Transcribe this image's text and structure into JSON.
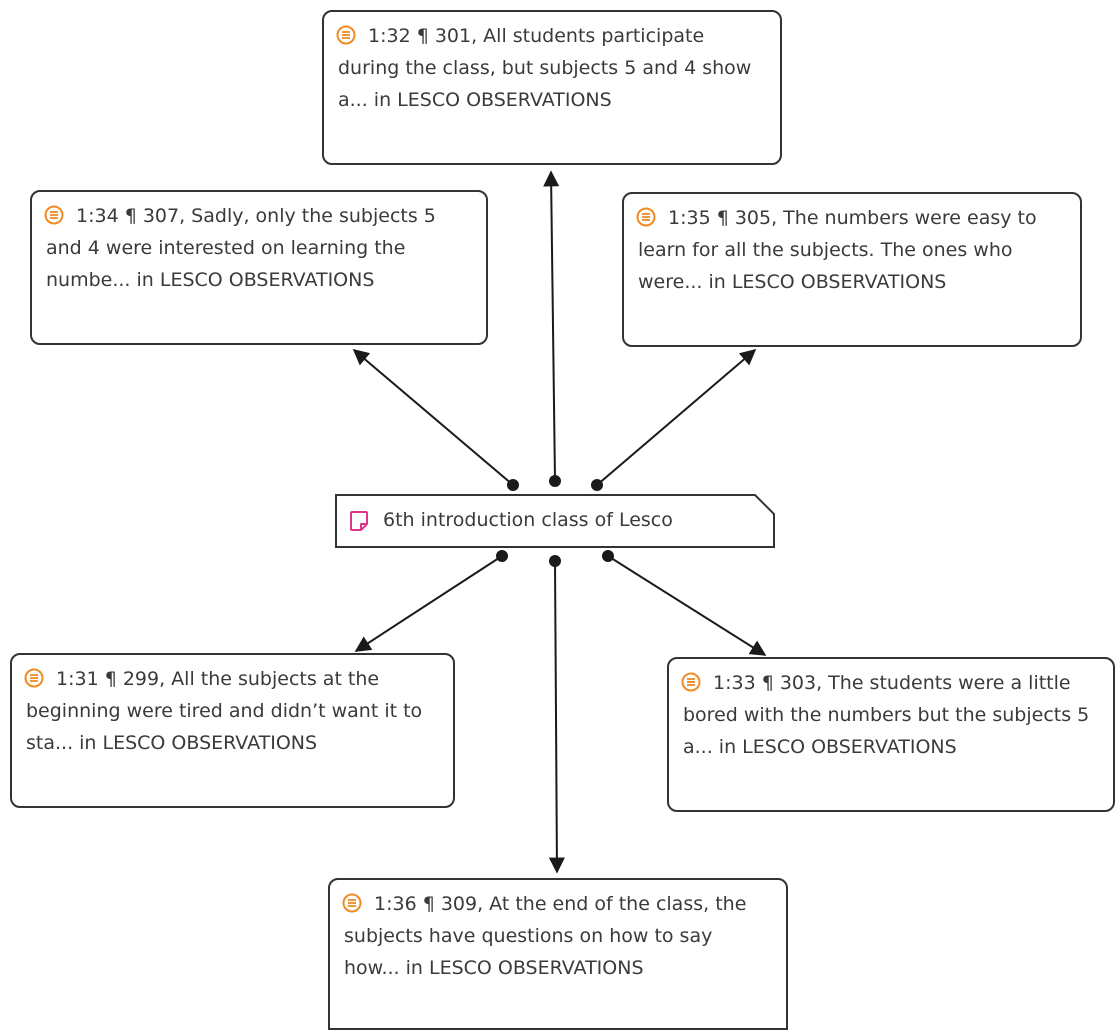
{
  "colors": {
    "quote_icon": "#f08a24",
    "memo_icon": "#e0338c",
    "border": "#333333",
    "text": "#3a3a3a",
    "edge": "#1a1a1a"
  },
  "center": {
    "icon": "memo-icon",
    "label": "6th introduction class of Lesco"
  },
  "nodes": [
    {
      "id": "q1-32",
      "icon": "quote-icon",
      "label": "1:32 ¶ 301, All students participate during the class, but subjects 5 and 4 show a... in LESCO OBSERVATIONS"
    },
    {
      "id": "q1-34",
      "icon": "quote-icon",
      "label": "1:34 ¶ 307, Sadly, only the subjects 5 and 4 were interested on learning the numbe... in LESCO OBSERVATIONS"
    },
    {
      "id": "q1-35",
      "icon": "quote-icon",
      "label": "1:35 ¶ 305, The numbers were easy to learn for all the subjects. The ones who were... in LESCO OBSERVATIONS"
    },
    {
      "id": "q1-31",
      "icon": "quote-icon",
      "label": "1:31 ¶ 299, All the subjects at the beginning were tired and didn’t want it to sta... in LESCO OBSERVATIONS"
    },
    {
      "id": "q1-33",
      "icon": "quote-icon",
      "label": "1:33 ¶ 303, The students were a little bored with the numbers but the subjects 5 a... in LESCO OBSERVATIONS"
    },
    {
      "id": "q1-36",
      "icon": "quote-icon",
      "label": "1:36 ¶ 309, At the end of the class, the subjects have questions on how to say how... in LESCO OBSERVATIONS"
    }
  ]
}
